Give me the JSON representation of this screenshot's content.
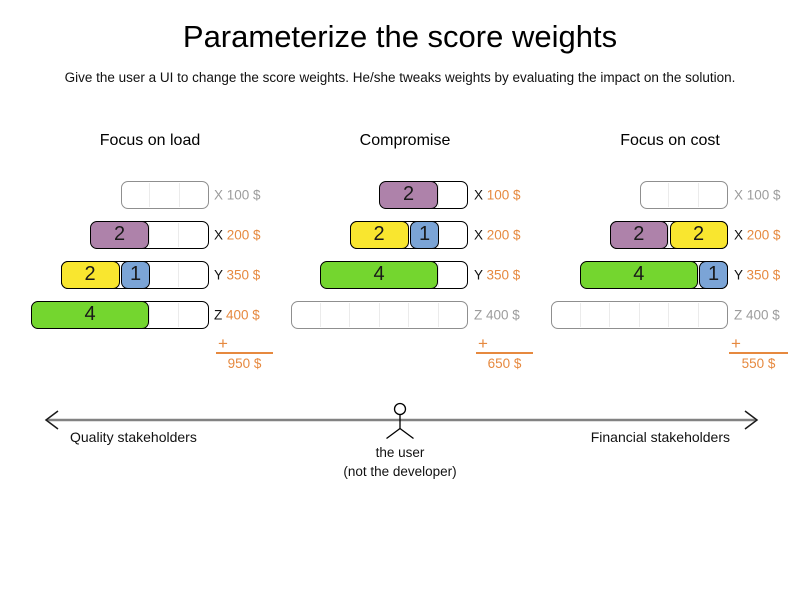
{
  "title": "Parameterize the score weights",
  "subtitle": "Give the user a UI to change the score weights. He/she tweaks weights by evaluating the impact on the solution.",
  "colors": {
    "orange": "#e6893f",
    "inactive_gray": "#9c9c9c",
    "block_purple": "#ae82aa",
    "block_yellow": "#f9e62f",
    "block_blue": "#7ba4d6",
    "block_green": "#74d62f"
  },
  "panels": [
    {
      "header": "Focus on load",
      "rows": [
        {
          "label": "X",
          "cost": "100 $",
          "active": false,
          "capacity": 3,
          "blocks": []
        },
        {
          "label": "X",
          "cost": "200 $",
          "active": true,
          "capacity": 4,
          "blocks": [
            {
              "value": 2,
              "color": "purple"
            }
          ]
        },
        {
          "label": "Y",
          "cost": "350 $",
          "active": true,
          "capacity": 5,
          "blocks": [
            {
              "value": 2,
              "color": "yellow"
            },
            {
              "value": 1,
              "color": "blue"
            }
          ]
        },
        {
          "label": "Z",
          "cost": "400 $",
          "active": true,
          "capacity": 6,
          "blocks": [
            {
              "value": 4,
              "color": "green"
            }
          ]
        }
      ],
      "plus": "+",
      "total": "950 $"
    },
    {
      "header": "Compromise",
      "rows": [
        {
          "label": "X",
          "cost": "100 $",
          "active": true,
          "capacity": 3,
          "blocks": [
            {
              "value": 2,
              "color": "purple"
            }
          ]
        },
        {
          "label": "X",
          "cost": "200 $",
          "active": true,
          "capacity": 4,
          "blocks": [
            {
              "value": 2,
              "color": "yellow"
            },
            {
              "value": 1,
              "color": "blue"
            }
          ]
        },
        {
          "label": "Y",
          "cost": "350 $",
          "active": true,
          "capacity": 5,
          "blocks": [
            {
              "value": 4,
              "color": "green"
            }
          ]
        },
        {
          "label": "Z",
          "cost": "400 $",
          "active": false,
          "capacity": 6,
          "blocks": []
        }
      ],
      "plus": "+",
      "total": "650 $"
    },
    {
      "header": "Focus on cost",
      "rows": [
        {
          "label": "X",
          "cost": "100 $",
          "active": false,
          "capacity": 3,
          "blocks": []
        },
        {
          "label": "X",
          "cost": "200 $",
          "active": true,
          "capacity": 4,
          "blocks": [
            {
              "value": 2,
              "color": "purple"
            },
            {
              "value": 2,
              "color": "yellow"
            }
          ]
        },
        {
          "label": "Y",
          "cost": "350 $",
          "active": true,
          "capacity": 5,
          "blocks": [
            {
              "value": 4,
              "color": "green"
            },
            {
              "value": 1,
              "color": "blue"
            }
          ]
        },
        {
          "label": "Z",
          "cost": "400 $",
          "active": false,
          "capacity": 6,
          "blocks": []
        }
      ],
      "plus": "+",
      "total": "550 $"
    }
  ],
  "axis": {
    "left_label": "Quality stakeholders",
    "right_label": "Financial stakeholders",
    "caption_line1": "the user",
    "caption_line2": "(not the developer)"
  }
}
